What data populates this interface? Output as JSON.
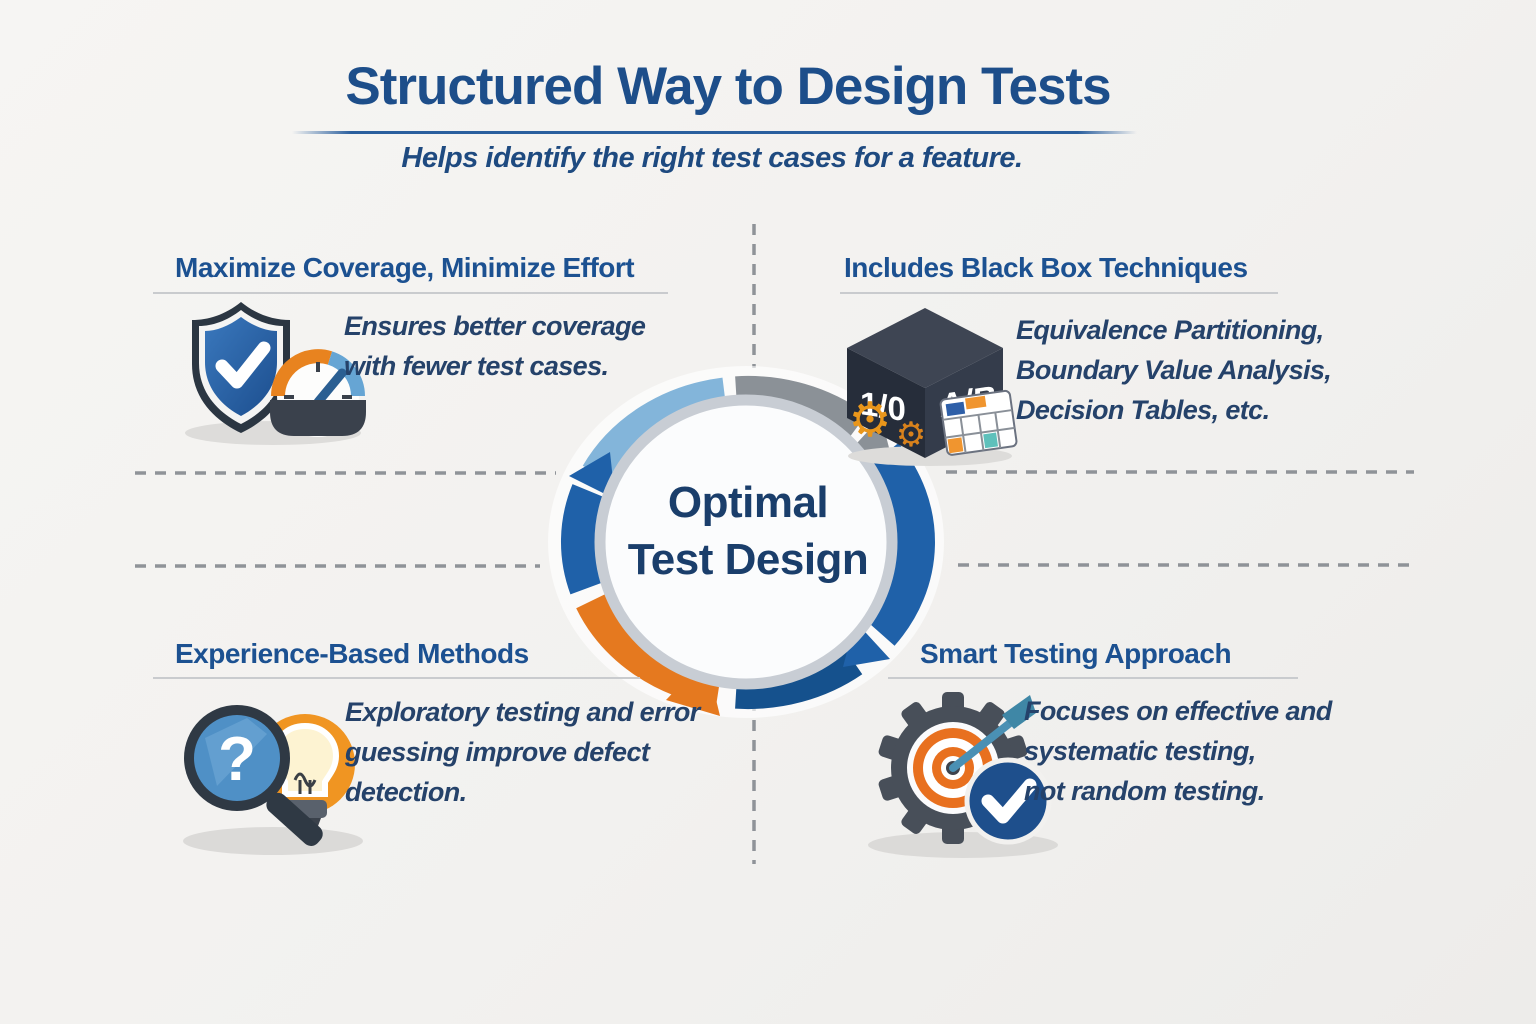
{
  "title": "Structured Way to Design Tests",
  "subtitle": "Helps identify the right test cases for a feature.",
  "center": {
    "line1": "Optimal",
    "line2": "Test Design"
  },
  "quadrants": {
    "top_left": {
      "heading": "Maximize Coverage, Minimize Effort",
      "lines": [
        "Ensures better coverage",
        "with fewer test cases."
      ]
    },
    "top_right": {
      "heading": "Includes Black Box Techniques",
      "lines": [
        "Equivalence Partitioning,",
        "Boundary Value Analysis,",
        "Decision Tables, etc."
      ]
    },
    "bottom_left": {
      "heading": "Experience-Based Methods",
      "lines": [
        "Exploratory testing and error",
        "guessing improve defect",
        "detection."
      ]
    },
    "bottom_right": {
      "heading": "Smart Testing Approach",
      "lines": [
        "Focuses on effective and",
        "systematic testing,",
        "not random testing."
      ]
    }
  },
  "icons": {
    "shield_gauge": "shield-with-checkmark-and-speedometer",
    "black_box": {
      "left_label": "1/0",
      "right_label": "A/B",
      "gear_glyph": "⚙"
    },
    "magnifier_bulb": {
      "question_mark": "?"
    },
    "gear_target": "gear-target-dart-checkmark"
  },
  "colors": {
    "background": "#f3f2f0",
    "title_blue": "#1d4e8a",
    "heading_blue": "#1c5191",
    "body_navy": "#25426a",
    "cycle_light_blue": "#83b5da",
    "cycle_gray": "#8b9197",
    "cycle_blue": "#1f61a9",
    "cycle_navy": "#15518d",
    "cycle_orange": "#e5791f",
    "inner_ring_silver": "#c8cdd4",
    "dash_gray": "#8f9398"
  }
}
